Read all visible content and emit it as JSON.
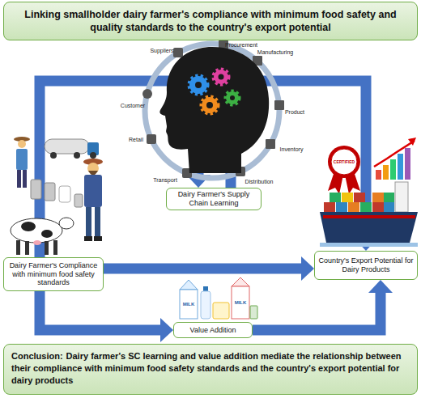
{
  "diagram": {
    "title": "Linking smallholder dairy farmer's compliance with minimum food safety and quality standards to the country's export potential",
    "nodes": [
      {
        "text": [
          "Dairy Farmer's Supply Chain Learning"
        ]
      },
      {
        "text": [
          "Dairy Farmer's Compliance with minimum food safety standards"
        ]
      },
      {
        "text": [
          "Country's Export Potential for Dairy Products"
        ]
      },
      {
        "text": [
          "Value Addition"
        ]
      },
      {
        "text": [
          "Conclusion:",
          "Dairy farmer's SC learning and value addition mediate the relationship between their compliance with minimum food safety standards and the country's export potential for dairy products"
        ]
      }
    ],
    "edges": [
      {
        "from": 1,
        "to": 0,
        "arrow": "to"
      },
      {
        "from": 0,
        "to": 2,
        "arrow": "to"
      },
      {
        "from": 1,
        "to": 2,
        "arrow": "to"
      },
      {
        "from": 1,
        "to": 3,
        "arrow": "to"
      },
      {
        "from": 3,
        "to": 2,
        "arrow": "to"
      }
    ],
    "labels": [
      "Suppliers",
      "Procurement",
      "Manufacturing",
      "Product",
      "Inventory",
      "Distribution",
      "Transport",
      "Retail",
      "Customer",
      "CERTIFIED",
      "MILK",
      "MILK"
    ]
  }
}
